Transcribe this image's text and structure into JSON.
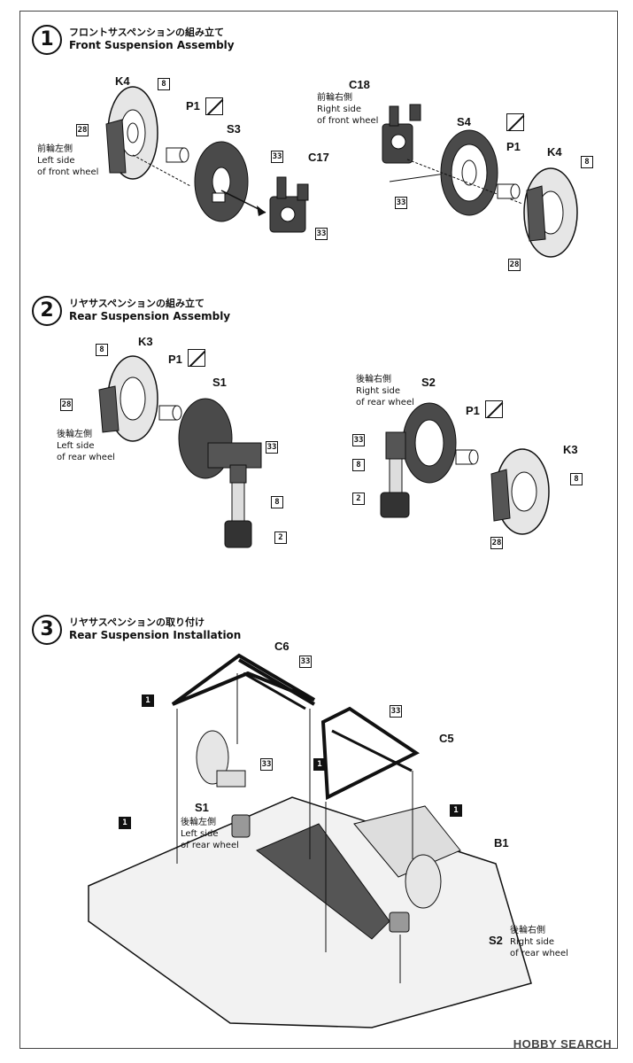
{
  "steps": [
    {
      "number": "1",
      "title_jp": "フロントサスペンションの組み立て",
      "title_en": "Front Suspension Assembly"
    },
    {
      "number": "2",
      "title_jp": "リヤサスペンションの組み立て",
      "title_en": "Rear Suspension Assembly"
    },
    {
      "number": "3",
      "title_jp": "リヤサスペンションの取り付け",
      "title_en": "Rear Suspension Installation"
    }
  ],
  "step1": {
    "left_parts": {
      "k4": "K4",
      "p1": "P1",
      "s3": "S3",
      "c17": "C17"
    },
    "right_parts": {
      "c18": "C18",
      "s4": "S4",
      "p1": "P1",
      "k4": "K4"
    },
    "left_note": [
      "前輪左側",
      "Left side",
      "of front wheel"
    ],
    "right_note": [
      "前輪右側",
      "Right side",
      "of front wheel"
    ],
    "color_codes": {
      "c8": "8",
      "c28": "28",
      "c33": "33"
    }
  },
  "step2": {
    "left_parts": {
      "k3": "K3",
      "p1": "P1",
      "s1": "S1"
    },
    "right_parts": {
      "s2": "S2",
      "p1": "P1",
      "k3": "K3"
    },
    "left_note": [
      "後輪左側",
      "Left side",
      "of rear wheel"
    ],
    "right_note": [
      "後輪右側",
      "Right side",
      "of rear wheel"
    ],
    "color_codes": {
      "c2": "2",
      "c8": "8",
      "c28": "28",
      "c33": "33"
    }
  },
  "step3": {
    "parts": {
      "c6": "C6",
      "c5": "C5",
      "s1": "S1",
      "s2": "S2",
      "b1": "B1"
    },
    "left_note": [
      "後輪左側",
      "Left side",
      "of rear wheel"
    ],
    "right_note": [
      "後輪右側",
      "Right side",
      "of rear wheel"
    ],
    "color_codes": {
      "c1": "1",
      "c33": "33"
    }
  },
  "watermark": "HOBBY SEARCH"
}
